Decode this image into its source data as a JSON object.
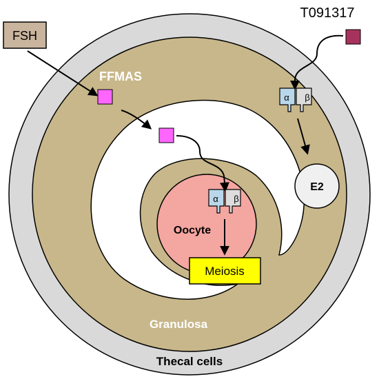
{
  "labels": {
    "fsh": "FSH",
    "t091317": "T091317",
    "ffmas": "FFMAS",
    "e2": "E2",
    "oocyte": "Oocyte",
    "meiosis": "Meiosis",
    "granulosa": "Granulosa",
    "thecal": "Thecal cells",
    "alpha_outer": "α",
    "beta_outer": "β",
    "alpha_inner": "α",
    "beta_inner": "β"
  },
  "colors": {
    "thecal_ring": "#d9d9d9",
    "granulosa": "#c8b78a",
    "oocyte": "#f4a6a1",
    "ffmas_square": "#ff66ff",
    "t091317_square": "#a8325e",
    "fsh_box": "#c9b49e",
    "meiosis_box": "#ffff00",
    "e2_circle": "#f0f0f0",
    "receptor_alpha": "#b9d7ea",
    "receptor_beta": "#dddddd"
  },
  "icons": {
    "receptor_outer": "lxr-receptor-icon",
    "receptor_inner": "lxr-receptor-icon"
  }
}
